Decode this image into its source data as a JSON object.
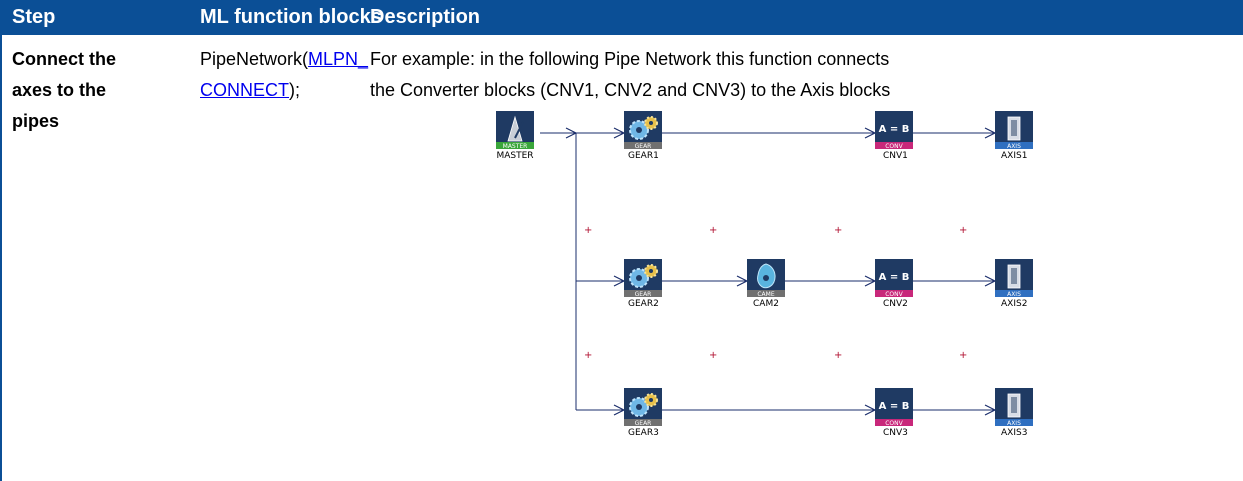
{
  "header": {
    "col_step": "Step",
    "col_ml": "ML function blocks",
    "col_desc": "Description"
  },
  "row": {
    "step_line1": "Connect the",
    "step_line2": "axes to the",
    "step_line3": "pipes",
    "ml_prefix": "PipeNetwork(",
    "ml_link_line1": "MLPN_",
    "ml_link_line2": "CONNECT",
    "ml_suffix": ");",
    "desc_line1": "For example: in the following Pipe Network this function connects",
    "desc_line2": "the Converter blocks (CNV1, CNV2 and CNV3) to the Axis blocks"
  },
  "diagram": {
    "colors": {
      "header": "#0b4f96",
      "tile": "#1f3a63",
      "master_strip": "#3aa63a",
      "gear_strip": "#707070",
      "cam_strip": "#707070",
      "conv_strip": "#c8287a",
      "axis_strip": "#2f6fc0",
      "wire": "#1a2d6b",
      "plus": "#b01030"
    },
    "nodes": {
      "master": {
        "label": "MASTER",
        "strip": "MASTER",
        "icon": "metronome-icon"
      },
      "gear1": {
        "label": "GEAR1",
        "strip": "GEAR",
        "icon": "gear-icon"
      },
      "gear2": {
        "label": "GEAR2",
        "strip": "GEAR",
        "icon": "gear-icon"
      },
      "gear3": {
        "label": "GEAR3",
        "strip": "GEAR",
        "icon": "gear-icon"
      },
      "cam2": {
        "label": "CAM2",
        "strip": "CAME",
        "icon": "cam-icon"
      },
      "cnv1": {
        "label": "CNV1",
        "strip": "CONV",
        "icon": "converter-icon",
        "text": "A = B"
      },
      "cnv2": {
        "label": "CNV2",
        "strip": "CONV",
        "icon": "converter-icon",
        "text": "A = B"
      },
      "cnv3": {
        "label": "CNV3",
        "strip": "CONV",
        "icon": "converter-icon",
        "text": "A = B"
      },
      "axis1": {
        "label": "AXIS1",
        "strip": "AXIS",
        "icon": "axis-icon"
      },
      "axis2": {
        "label": "AXIS2",
        "strip": "AXIS",
        "icon": "axis-icon"
      },
      "axis3": {
        "label": "AXIS3",
        "strip": "AXIS",
        "icon": "axis-icon"
      }
    },
    "plus_marker": "+"
  }
}
